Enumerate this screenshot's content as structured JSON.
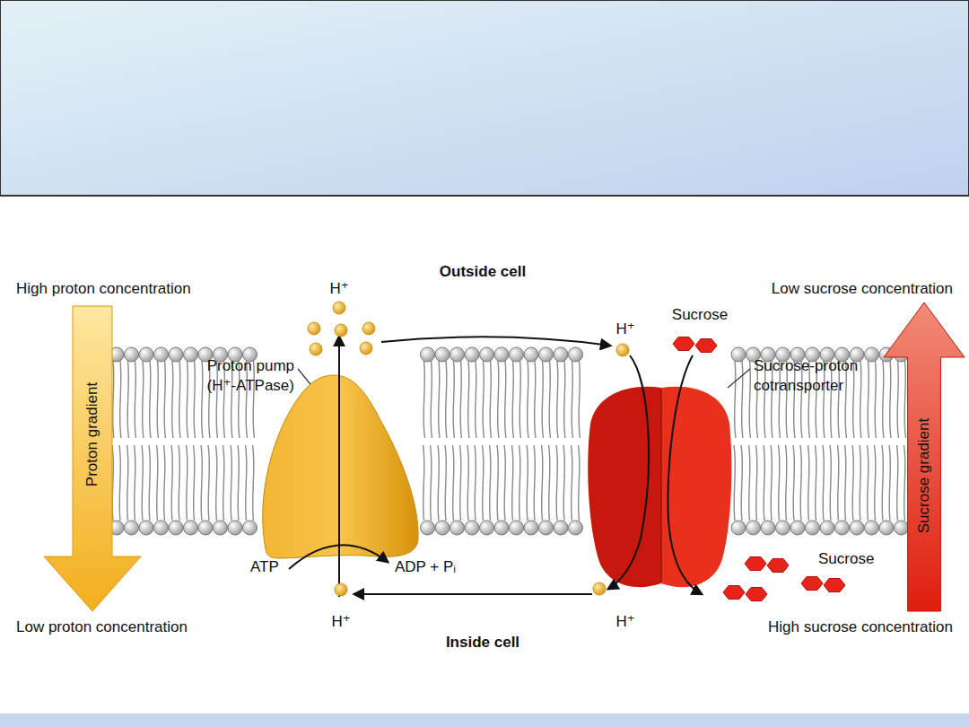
{
  "diagram": {
    "nodes": [
      {
        "text": [
          "Proton gradient"
        ]
      },
      {
        "text": [
          "Sucrose gradient"
        ]
      }
    ],
    "labels": [
      "Outside cell",
      "High proton concentration",
      "H⁺",
      "Low sucrose concentration",
      "H⁺",
      "Sucrose",
      "Proton pump (H⁺-ATPase)",
      "Sucrose-proton cotransporter",
      "ATP",
      "ADP + Pᵢ",
      "Sucrose",
      "H⁺",
      "H⁺",
      "Low proton concentration",
      "High sucrose concentration",
      "Inside cell"
    ]
  }
}
